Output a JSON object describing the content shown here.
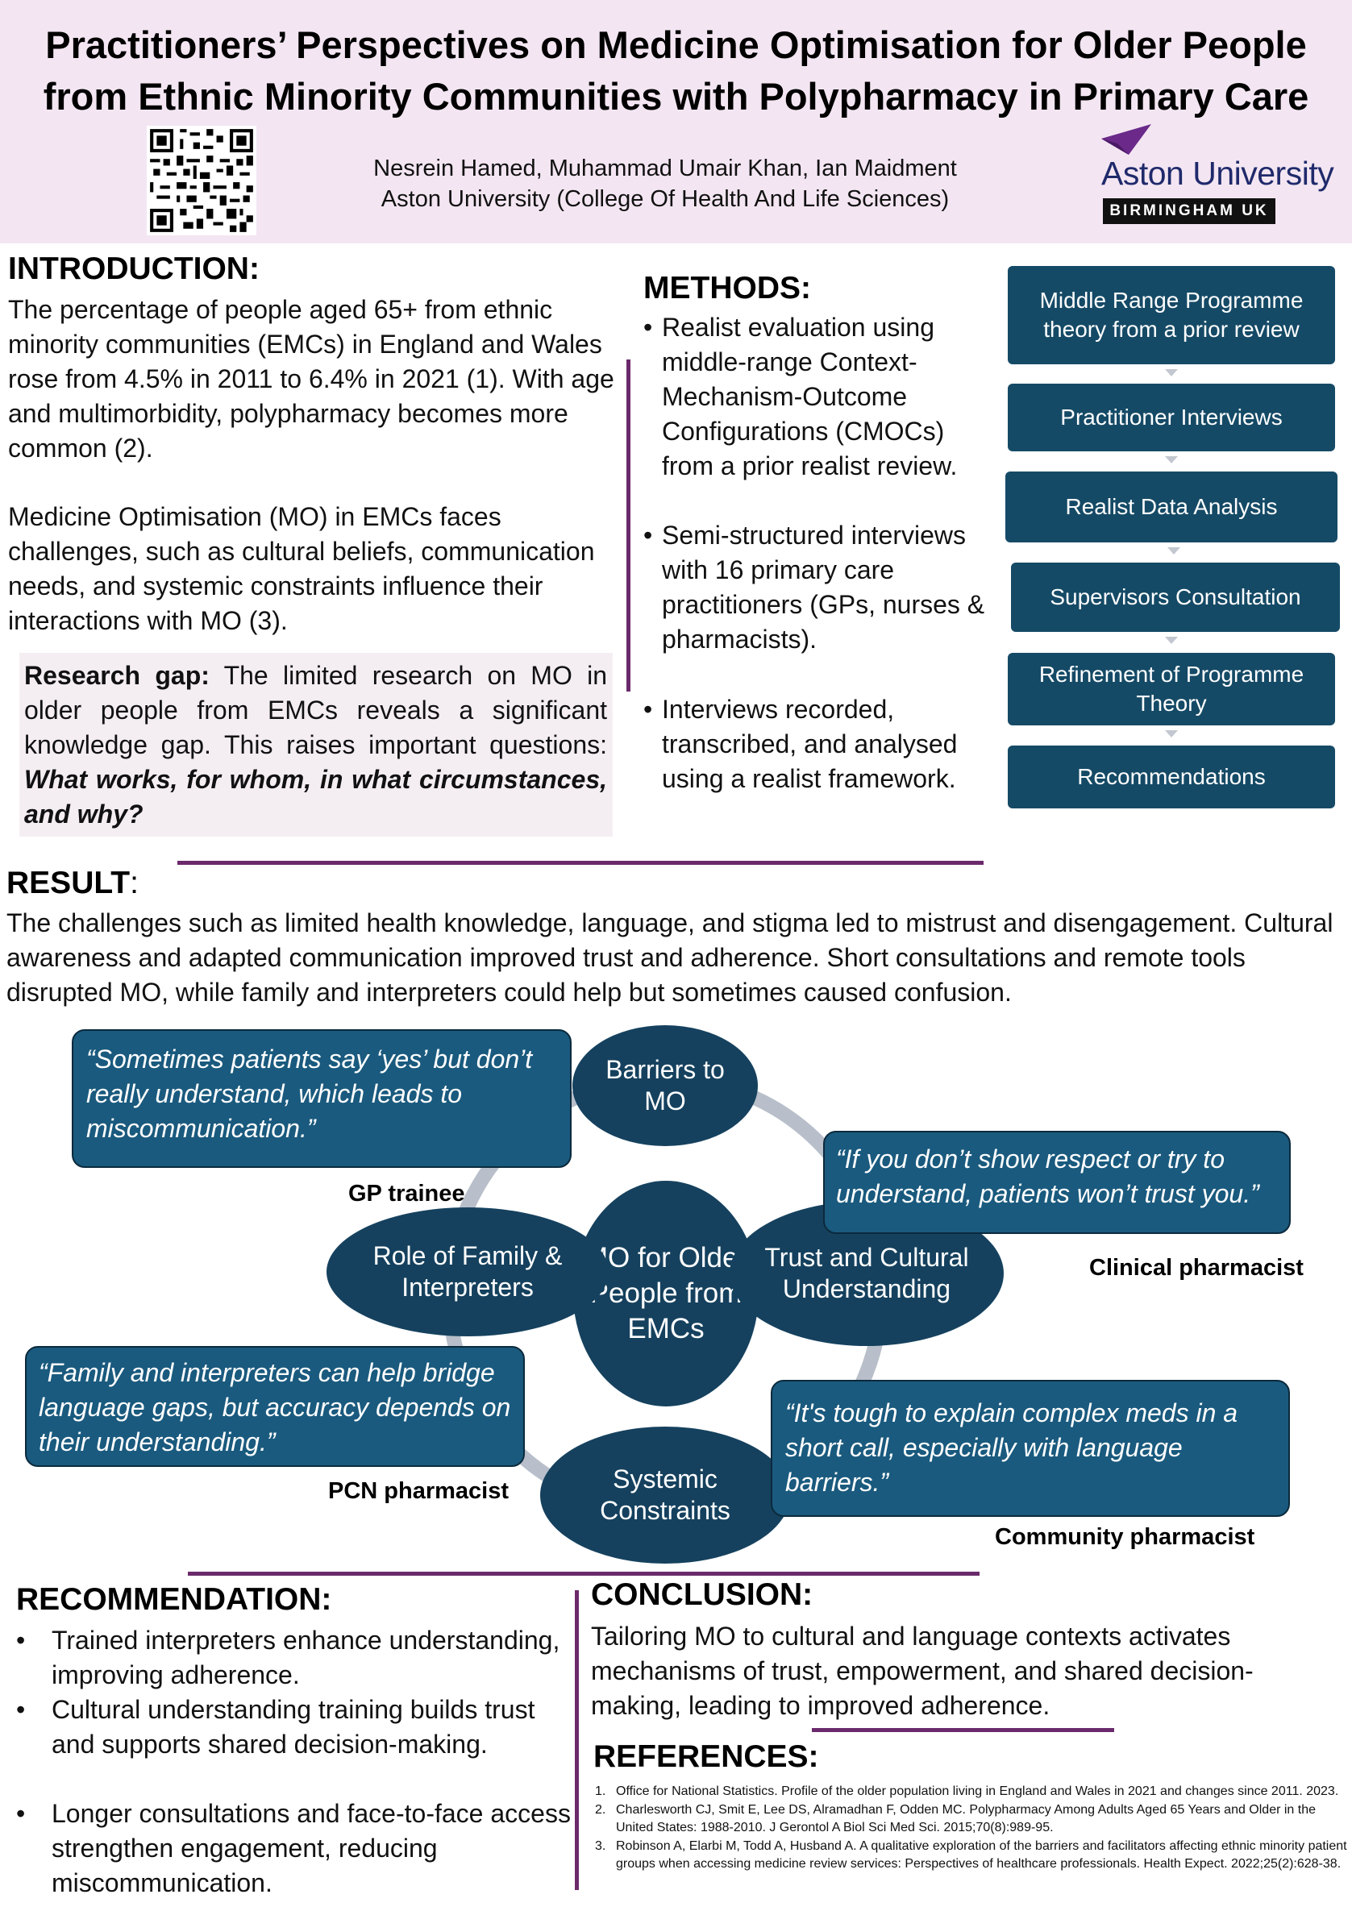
{
  "header": {
    "title_line1": "Practitioners’ Perspectives on Medicine Optimisation for Older People",
    "title_line2": "from Ethnic Minority Communities with Polypharmacy in Primary Care",
    "authors": "Nesrein Hamed, Muhammad Umair Khan, Ian Maidment",
    "affiliation": "Aston University (College Of Health And Life Sciences)",
    "logo": {
      "wordmark": "Aston University",
      "bar": "BIRMINGHAM UK",
      "color": "#6b2a8a"
    }
  },
  "introduction": {
    "heading": "INTRODUCTION:",
    "para1": "The percentage of people aged 65+ from ethnic minority communities (EMCs) in England and Wales rose from 4.5% in 2011 to 6.4% in 2021 (1). With age and multimorbidity, polypharmacy becomes more common (2).",
    "para2": "Medicine Optimisation (MO) in EMCs faces challenges, such as cultural beliefs, communication needs, and systemic constraints influence their interactions with MO (3).",
    "gap_label": "Research gap:",
    "gap_text": " The limited research on MO in older people from EMCs reveals a significant knowledge gap. This raises important questions: ",
    "gap_question": "What works, for whom, in what circumstances, and why?"
  },
  "methods": {
    "heading": "METHODS:",
    "bullet_symbol": "•",
    "items": [
      "Realist evaluation using middle-range Context-Mechanism-Outcome Configurations (CMOCs) from a prior realist review.",
      "Semi-structured interviews with 16 primary care practitioners (GPs, nurses & pharmacists).",
      "Interviews recorded, transcribed, and analysed using a realist framework."
    ]
  },
  "flowchart": [
    "Middle Range Programme theory from a prior review",
    "Practitioner Interviews",
    "Realist Data Analysis",
    "Supervisors Consultation",
    "Refinement of Programme Theory",
    "Recommendations"
  ],
  "result": {
    "heading": "RESULT",
    "colon": ":",
    "text": "The challenges such as limited health knowledge, language, and stigma led to mistrust and disengagement. Cultural awareness and adapted communication improved trust and adherence. Short consultations and remote tools disrupted MO, while family and interpreters could help but sometimes caused confusion."
  },
  "diagram": {
    "center": "MO for Older People from EMCs",
    "nodes": {
      "barriers": "Barriers to MO",
      "trust": "Trust and Cultural Understanding",
      "systemic": "Systemic Constraints",
      "family": "Role of Family & Interpreters"
    },
    "quotes": {
      "gp": "“Sometimes patients say ‘yes’ but don’t really understand, which leads to miscommunication.”",
      "clinical": "“If you don’t show respect or try to understand, patients won’t trust you.”",
      "pcn": "“Family and interpreters can help bridge language gaps, but accuracy depends on their understanding.”",
      "community": "“It's tough to explain complex meds in a short call, especially with language barriers.”"
    },
    "roles": {
      "gp": "GP trainee",
      "clinical": "Clinical pharmacist",
      "pcn": "PCN pharmacist",
      "community": "Community pharmacist"
    }
  },
  "recommendation": {
    "heading": "RECOMMENDATION:",
    "bullet_symbol": "•",
    "items": [
      "Trained interpreters  enhance understanding, improving adherence.",
      "Cultural understanding training builds trust and supports shared decision-making.",
      "Longer consultations and face-to-face access strengthen engagement, reducing miscommunication."
    ]
  },
  "conclusion": {
    "heading": "CONCLUSION:",
    "text": "Tailoring MO to cultural and language contexts activates mechanisms of trust, empowerment, and shared decision-making, leading to improved adherence."
  },
  "references": {
    "heading": "REFERENCES:",
    "items": [
      {
        "n": "1.",
        "text": "Office for National Statistics. Profile of the older population living in England and Wales in 2021 and changes since 2011. 2023."
      },
      {
        "n": "2.",
        "text": "Charlesworth CJ, Smit E, Lee DS, Alramadhan F, Odden MC. Polypharmacy Among Adults Aged 65 Years and Older in the United States: 1988-2010. J Gerontol A Biol Sci Med Sci. 2015;70(8):989-95."
      },
      {
        "n": "3.",
        "text": "Robinson A, Elarbi M, Todd A, Husband A. A qualitative exploration of the barriers and facilitators affecting ethnic minority patient groups when accessing medicine review services: Perspectives of healthcare professionals. Health Expect. 2022;25(2):628-38."
      }
    ]
  }
}
